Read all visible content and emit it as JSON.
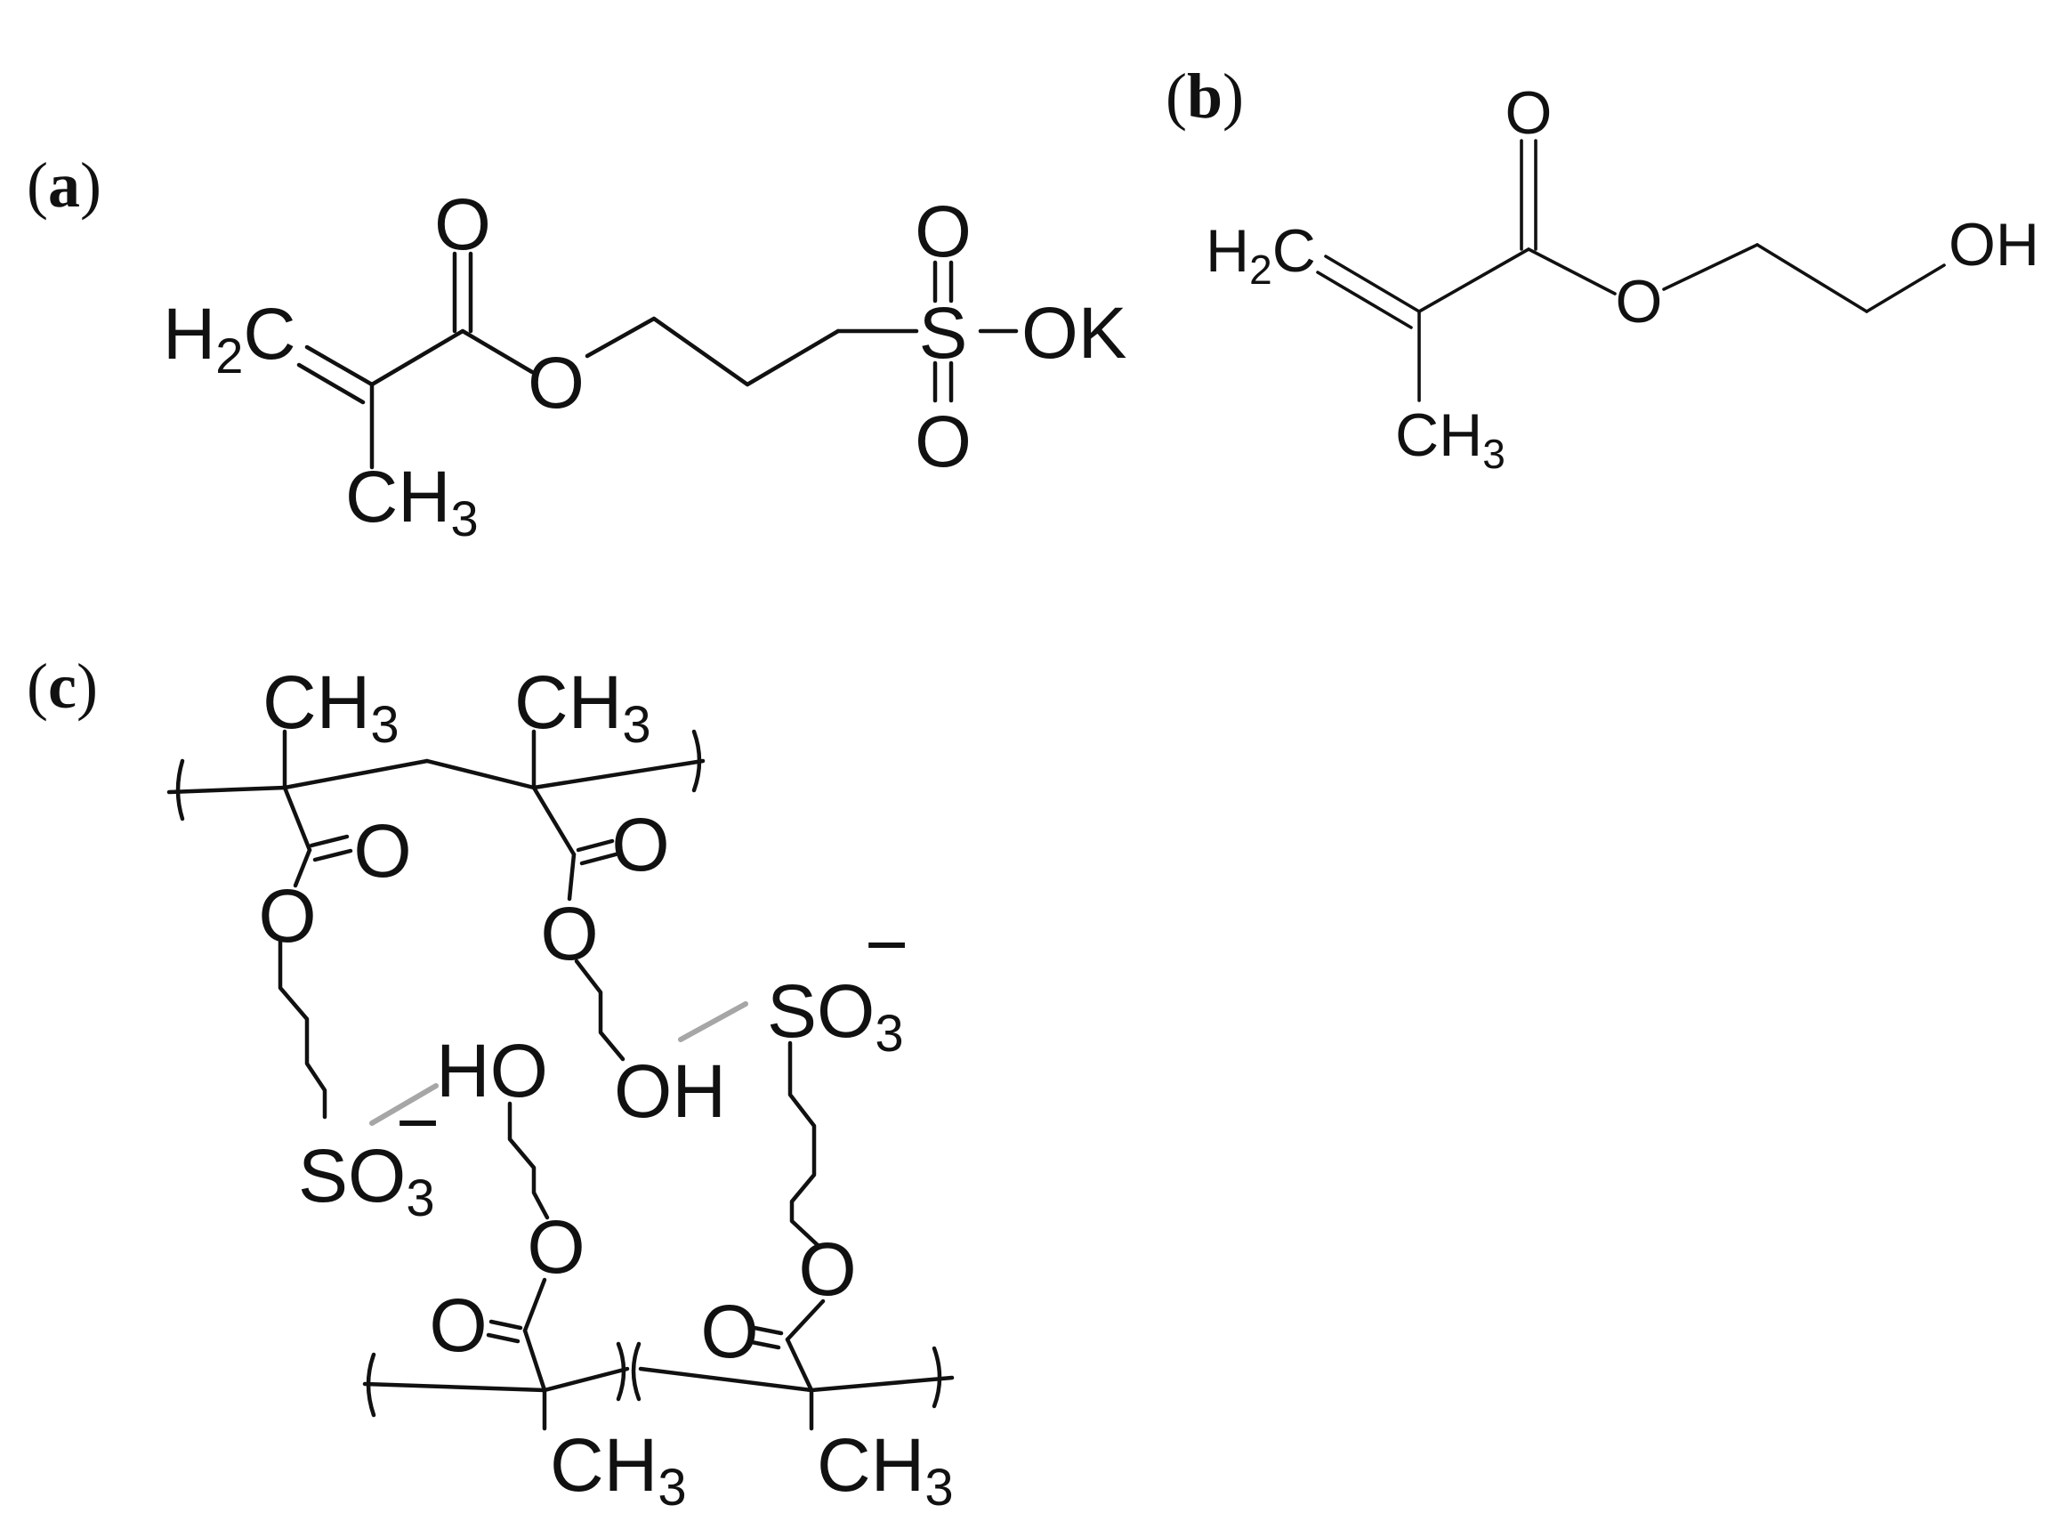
{
  "panels": [
    {
      "label_open": "(",
      "label_letter": "a",
      "label_close": ")",
      "structure": {
        "atoms": {
          "ch2": "H",
          "ch2_sub": "2",
          "ch2_c": "C",
          "carbonyl_o": "O",
          "ester_o": "O",
          "methyl_c": "CH",
          "methyl_sub": "3",
          "sulfur": "S",
          "sulfonyl_o_top": "O",
          "sulfonyl_o_bottom": "O",
          "ok": "OK"
        }
      }
    },
    {
      "label_open": "(",
      "label_letter": "b",
      "label_close": ")",
      "structure": {
        "atoms": {
          "ch2": "H",
          "ch2_sub": "2",
          "ch2_c": "C",
          "carbonyl_o": "O",
          "ester_o": "O",
          "hydroxyl": "OH",
          "methyl_c": "CH",
          "methyl_sub": "3"
        }
      }
    },
    {
      "label_open": "(",
      "label_letter": "c",
      "label_close": ")",
      "structure": {
        "atoms": {
          "methyl_c": "CH",
          "methyl_sub": "3",
          "carbonyl_o": "O",
          "ester_o": "O",
          "sulfonate": "SO",
          "sulfonate_sub": "3",
          "charge": "−",
          "hydroxyl_ho": "HO",
          "hydroxyl_oh": "OH"
        }
      }
    }
  ]
}
